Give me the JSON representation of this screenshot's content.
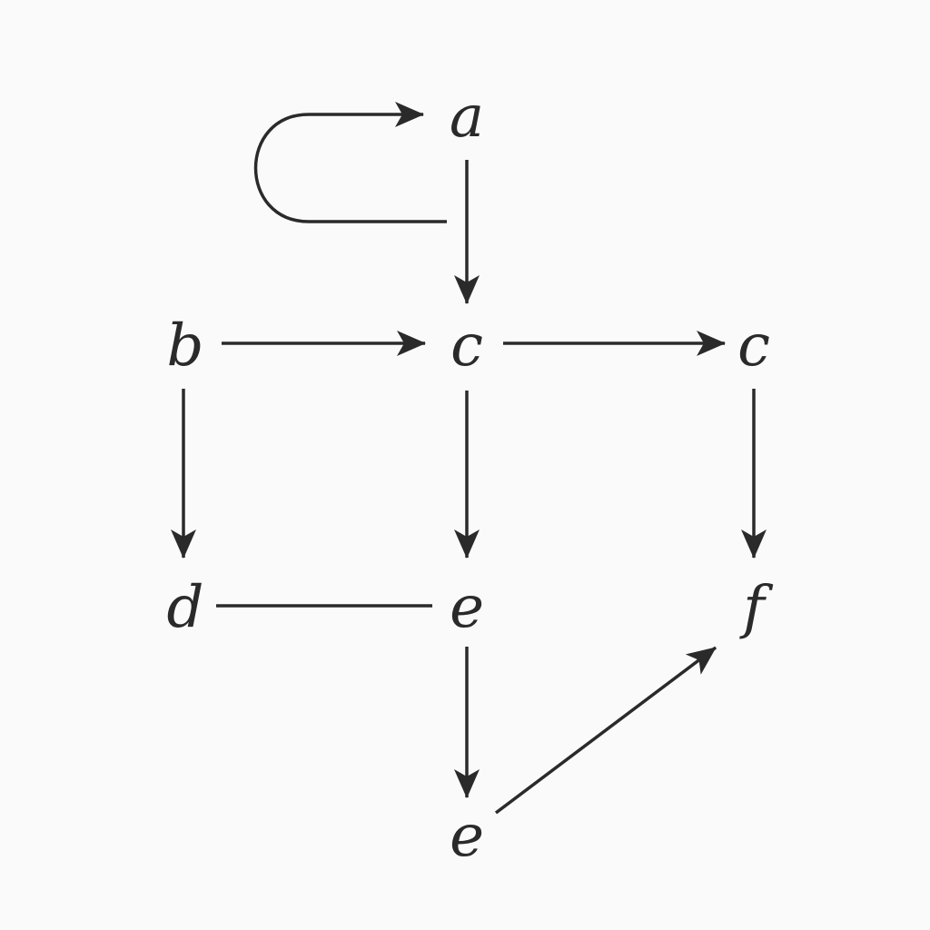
{
  "nodes": {
    "a_top": "a",
    "b_mid": "b",
    "c_mid": "c",
    "c_right": "c",
    "d_left": "d",
    "e_mid": "e",
    "f_right": "f",
    "e_bottom": "e"
  },
  "colors": {
    "ink": "#2a2a2a",
    "background": "#fafafa"
  },
  "edges": [
    {
      "from": "a_top",
      "to": "a_top",
      "directed": true
    },
    {
      "from": "a_top",
      "to": "c_mid",
      "directed": true
    },
    {
      "from": "b_mid",
      "to": "c_mid",
      "directed": true
    },
    {
      "from": "c_mid",
      "to": "c_right",
      "directed": true
    },
    {
      "from": "b_mid",
      "to": "d_left",
      "directed": true
    },
    {
      "from": "c_mid",
      "to": "e_mid",
      "directed": true
    },
    {
      "from": "c_right",
      "to": "f_right",
      "directed": true
    },
    {
      "from": "d_left",
      "to": "e_mid",
      "directed": false
    },
    {
      "from": "e_mid",
      "to": "e_bottom",
      "directed": true
    },
    {
      "from": "e_bottom",
      "to": "f_right",
      "directed": true
    }
  ]
}
